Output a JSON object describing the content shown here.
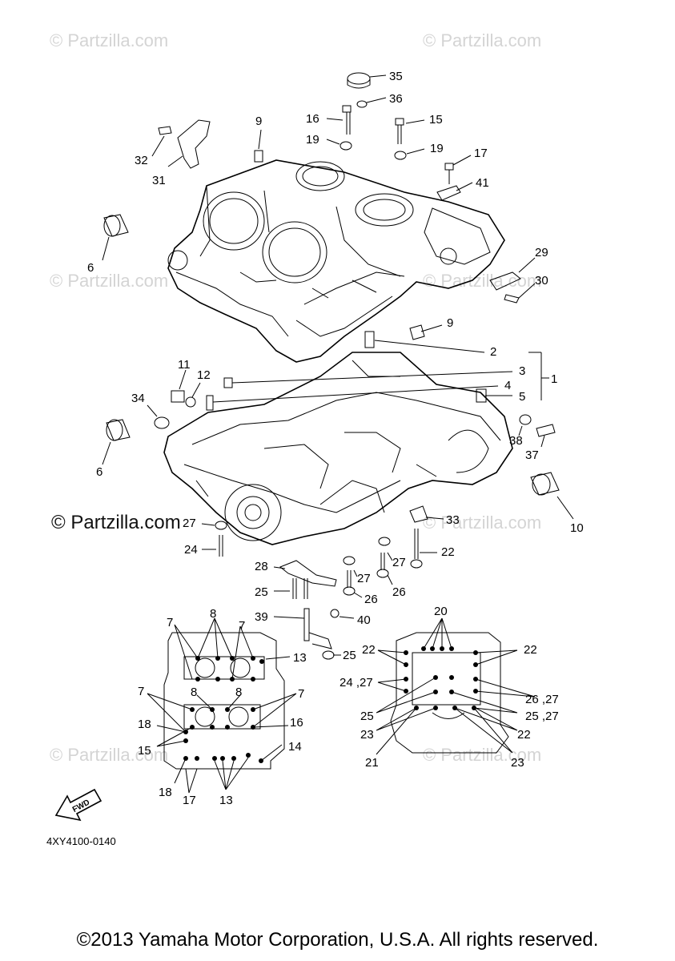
{
  "watermarks": [
    "© Partzilla.com",
    "© Partzilla.com",
    "© Partzilla.com",
    "© Partzilla.com",
    "© Partzilla.com",
    "© Partzilla.com",
    "© Partzilla.com"
  ],
  "watermark_main": "© Partzilla.com",
  "part_code": "4XY4100-0140",
  "fwd_label": "FWD",
  "copyright": "©2013 Yamaha Motor Corporation, U.S.A. All rights reserved.",
  "labels": {
    "n1": "1",
    "n2": "2",
    "n3": "3",
    "n4": "4",
    "n5": "5",
    "n6a": "6",
    "n6b": "6",
    "n7a": "7",
    "n7b": "7",
    "n7c": "7",
    "n7d": "7",
    "n8a": "8",
    "n8b": "8",
    "n8c": "8",
    "n9a": "9",
    "n9b": "9",
    "n10": "10",
    "n11": "11",
    "n12": "12",
    "n13a": "13",
    "n13b": "13",
    "n14": "14",
    "n15a": "15",
    "n15b": "15",
    "n16a": "16",
    "n16b": "16",
    "n17a": "17",
    "n17b": "17",
    "n18a": "18",
    "n18b": "18",
    "n19a": "19",
    "n19b": "19",
    "n20": "20",
    "n21": "21",
    "n22a": "22",
    "n22b": "22",
    "n22c": "22",
    "n22d": "22",
    "n23a": "23",
    "n23b": "23",
    "n24a": "24",
    "n24b": "24 ,27",
    "n25a": "25",
    "n25b": "25",
    "n25c": "25",
    "n25d": "25 ,27",
    "n26a": "26",
    "n26b": "26",
    "n26c": "26 ,27",
    "n27a": "27",
    "n27b": "27",
    "n27c": "27",
    "n28": "28",
    "n29": "29",
    "n30": "30",
    "n31": "31",
    "n32": "32",
    "n33": "33",
    "n34": "34",
    "n35": "35",
    "n36": "36",
    "n37": "37",
    "n38": "38",
    "n39": "39",
    "n40": "40",
    "n41": "41"
  }
}
